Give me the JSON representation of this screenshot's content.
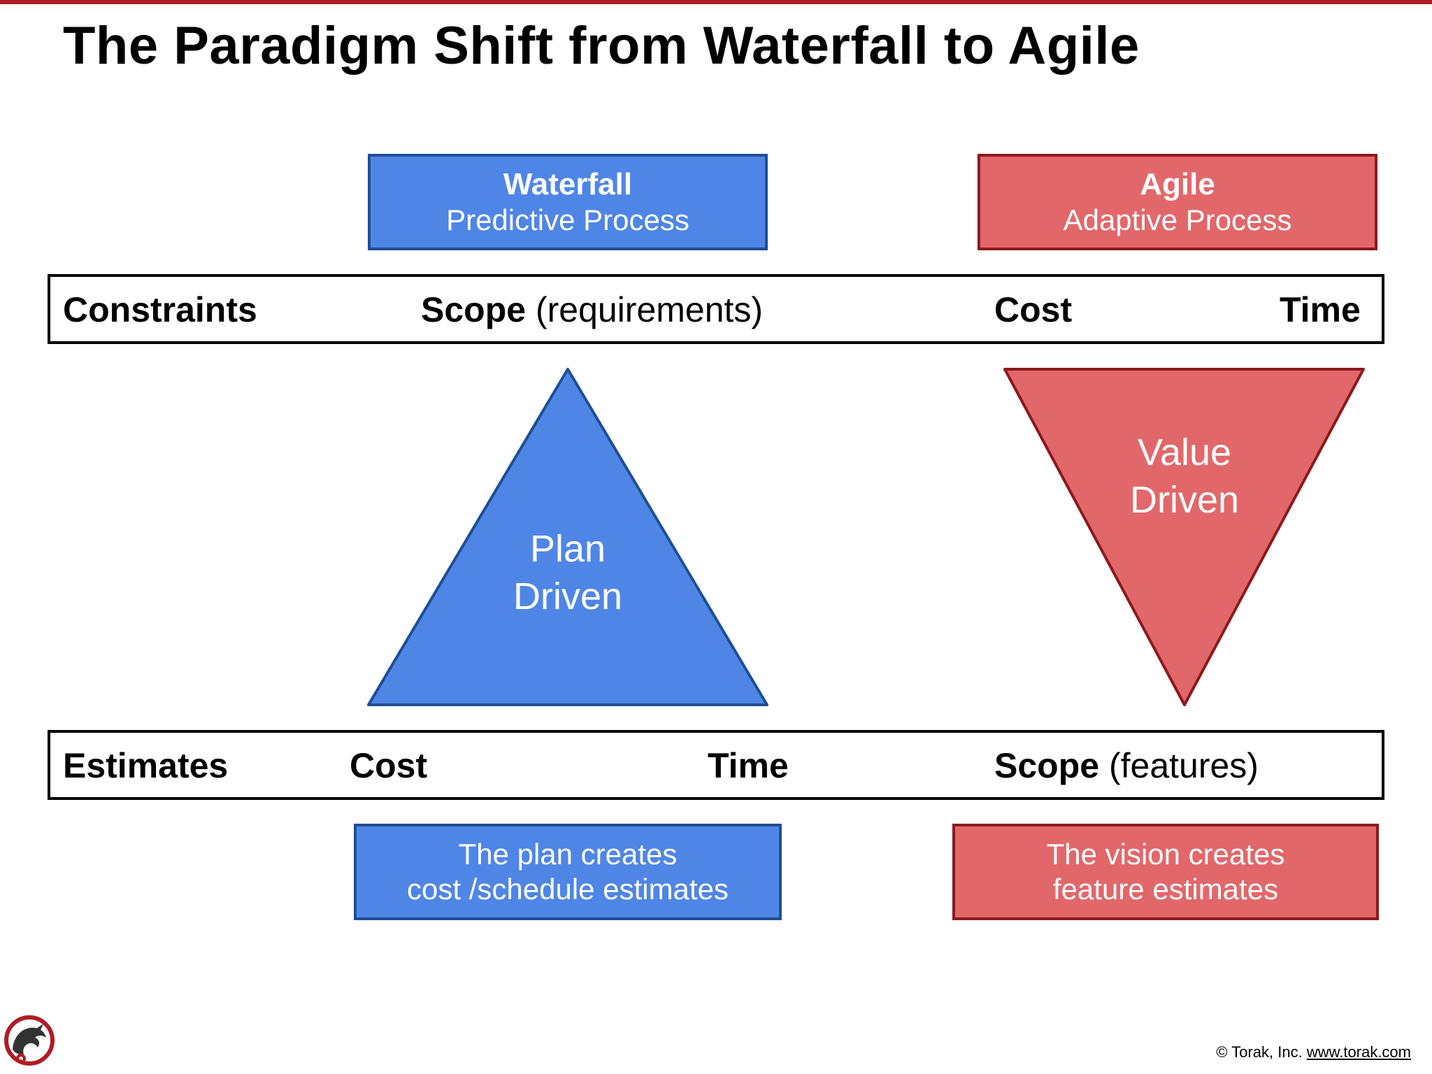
{
  "title": "The Paradigm Shift from Waterfall to Agile",
  "colors": {
    "accent_rule": "#b01c24",
    "waterfall_fill": "#4f86e6",
    "waterfall_border": "#1f4e96",
    "agile_fill": "#e2676a",
    "agile_border": "#8b1a1d"
  },
  "waterfall": {
    "title": "Waterfall",
    "subtitle": "Predictive Process",
    "shape_line1": "Plan",
    "shape_line2": "Driven",
    "note_line1": "The plan creates",
    "note_line2": "cost /schedule estimates"
  },
  "agile": {
    "title": "Agile",
    "subtitle": "Adaptive Process",
    "shape_line1": "Value",
    "shape_line2": "Driven",
    "note_line1": "The vision creates",
    "note_line2": "feature estimates"
  },
  "constraints": {
    "label": "Constraints",
    "scope": "Scope",
    "scope_detail": "(requirements)",
    "cost": "Cost",
    "time": "Time"
  },
  "estimates": {
    "label": "Estimates",
    "cost": "Cost",
    "time": "Time",
    "scope": "Scope",
    "scope_detail": "(features)"
  },
  "footer": {
    "logo_icon": "torak-logo-icon",
    "copyright": "© Torak, Inc.",
    "website": "www.torak.com"
  }
}
